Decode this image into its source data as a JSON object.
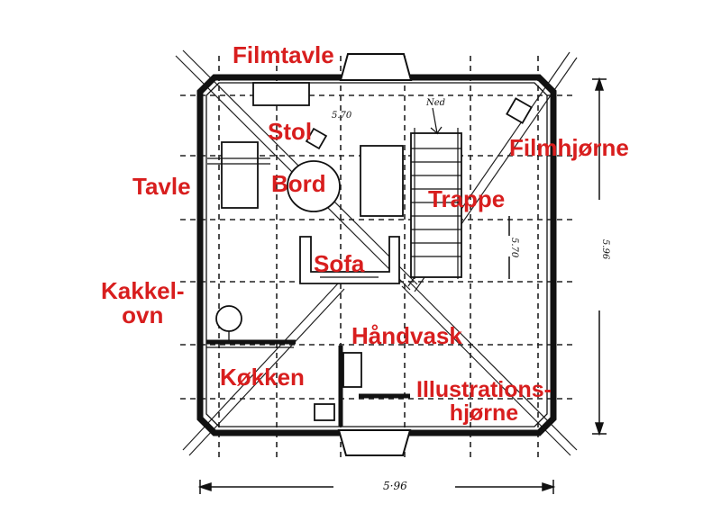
{
  "label_color": "#d81e1e",
  "labels": {
    "filmtavle": "Filmtavle",
    "stol": "Stol",
    "filmhjorne": "Filmhjørne",
    "tavle": "Tavle",
    "bord": "Bord",
    "trappe": "Trappe",
    "sofa": "Sofa",
    "kakkelovn_line1": "Kakkel-",
    "kakkelovn_line2": "ovn",
    "handvask": "Håndvask",
    "kokken": "Køkken",
    "illustrations_line1": "Illustrations-",
    "illustrations_line2": "hjørne"
  },
  "annotations": {
    "ned": "Ned",
    "inner_width": "5.70",
    "inner_height": "5.70",
    "outer_height": "5.96",
    "outer_width": "5·96"
  }
}
